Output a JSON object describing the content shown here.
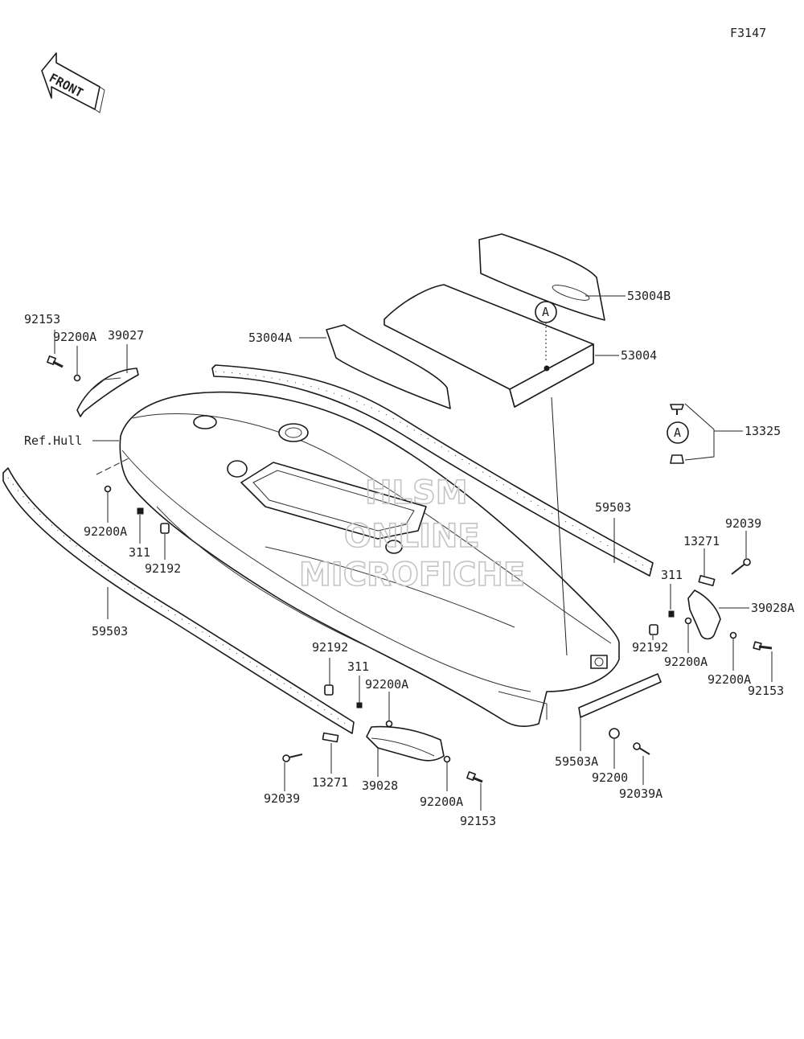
{
  "figure_code": "F3147",
  "front_arrow_text": "FRONT",
  "watermark": {
    "line1": "HLSM",
    "line2": "ONLINE",
    "line3": "MICROFICHE"
  },
  "callout_marker": "A",
  "labels": {
    "p53004B": "53004B",
    "p53004A": "53004A",
    "p53004": "53004",
    "p13325": "13325",
    "p92153_tl": "92153",
    "p92200A_tl": "92200A",
    "p39027": "39027",
    "ref_hull": "Ref.Hull",
    "p92200A_l": "92200A",
    "p311_l": "311",
    "p92192_l": "92192",
    "p59503_l": "59503",
    "p59503_r": "59503",
    "p13271_r": "13271",
    "p92039_r": "92039",
    "p311_r": "311",
    "p39028A": "39028A",
    "p92192_r": "92192",
    "p92200A_r1": "92200A",
    "p92200A_r2": "92200A",
    "p92153_r": "92153",
    "p92192_c": "92192",
    "p311_c": "311",
    "p92200A_c1": "92200A",
    "p92039_c": "92039",
    "p13271_c": "13271",
    "p39028": "39028",
    "p92200A_c2": "92200A",
    "p92153_c": "92153",
    "p59503A": "59503A",
    "p92200": "92200",
    "p92039A": "92039A"
  },
  "colors": {
    "ink": "#1a1a1a",
    "watermark": "#c4c4c4",
    "background": "#ffffff"
  }
}
